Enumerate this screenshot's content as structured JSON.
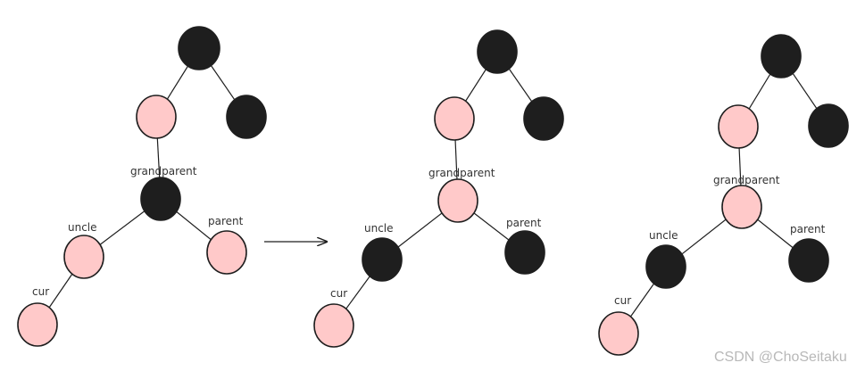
{
  "colors": {
    "black": "#1e1e1e",
    "red": "#ffc9c9",
    "stroke": "#1e1e1e"
  },
  "labels": {
    "grandparent": "grandparent",
    "uncle": "uncle",
    "parent": "parent",
    "cur": "cur"
  },
  "watermark": "CSDN @ChoSeitaku",
  "trees": [
    {
      "nodes": [
        {
          "id": "root",
          "color": "black"
        },
        {
          "id": "root-left",
          "color": "red"
        },
        {
          "id": "root-right",
          "color": "black"
        },
        {
          "id": "grandparent",
          "color": "black",
          "label": "grandparent"
        },
        {
          "id": "uncle",
          "color": "red",
          "label": "uncle"
        },
        {
          "id": "parent",
          "color": "red",
          "label": "parent"
        },
        {
          "id": "cur",
          "color": "red",
          "label": "cur"
        }
      ],
      "edges": [
        [
          "root",
          "root-left"
        ],
        [
          "root",
          "root-right"
        ],
        [
          "root-left",
          "grandparent"
        ],
        [
          "grandparent",
          "uncle"
        ],
        [
          "grandparent",
          "parent"
        ],
        [
          "uncle",
          "cur"
        ]
      ]
    },
    {
      "nodes": [
        {
          "id": "root",
          "color": "black"
        },
        {
          "id": "root-left",
          "color": "red"
        },
        {
          "id": "root-right",
          "color": "black"
        },
        {
          "id": "grandparent",
          "color": "red",
          "label": "grandparent"
        },
        {
          "id": "uncle",
          "color": "black",
          "label": "uncle"
        },
        {
          "id": "parent",
          "color": "black",
          "label": "parent"
        },
        {
          "id": "cur",
          "color": "red",
          "label": "cur"
        }
      ],
      "edges": [
        [
          "root",
          "root-left"
        ],
        [
          "root",
          "root-right"
        ],
        [
          "root-left",
          "grandparent"
        ],
        [
          "grandparent",
          "uncle"
        ],
        [
          "grandparent",
          "parent"
        ],
        [
          "uncle",
          "cur"
        ]
      ]
    },
    {
      "nodes": [
        {
          "id": "root",
          "color": "black"
        },
        {
          "id": "root-left",
          "color": "red"
        },
        {
          "id": "root-right",
          "color": "black"
        },
        {
          "id": "grandparent",
          "color": "red",
          "label": "grandparent"
        },
        {
          "id": "uncle",
          "color": "black",
          "label": "uncle"
        },
        {
          "id": "parent",
          "color": "black",
          "label": "parent"
        },
        {
          "id": "cur",
          "color": "red",
          "label": "cur"
        }
      ],
      "edges": [
        [
          "root",
          "root-left"
        ],
        [
          "root",
          "root-right"
        ],
        [
          "root-left",
          "grandparent"
        ],
        [
          "grandparent",
          "uncle"
        ],
        [
          "grandparent",
          "parent"
        ],
        [
          "uncle",
          "cur"
        ]
      ]
    }
  ]
}
